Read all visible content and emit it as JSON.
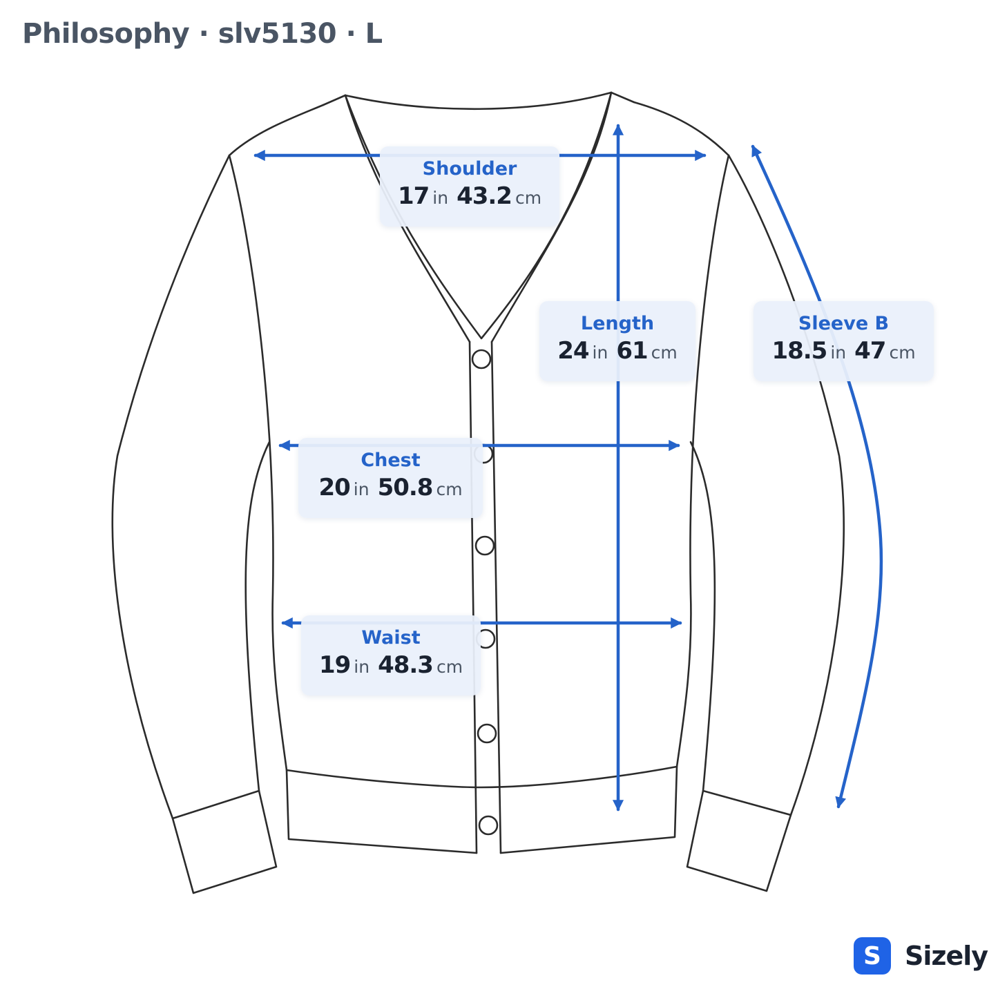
{
  "header": {
    "title": "Philosophy · slv5130 · L"
  },
  "colors": {
    "accent": "#2563c9",
    "line": "#2b2b2b",
    "brand": "#1f63e6"
  },
  "measurements": [
    {
      "id": "shoulder",
      "label": "Shoulder",
      "in": "17",
      "cm": "43.2"
    },
    {
      "id": "length",
      "label": "Length",
      "in": "24",
      "cm": "61"
    },
    {
      "id": "sleeve",
      "label": "Sleeve B",
      "in": "18.5",
      "cm": "47"
    },
    {
      "id": "chest",
      "label": "Chest",
      "in": "20",
      "cm": "50.8"
    },
    {
      "id": "waist",
      "label": "Waist",
      "in": "19",
      "cm": "48.3"
    }
  ],
  "units": {
    "in": "in",
    "cm": "cm"
  },
  "brand": {
    "logo_letter": "S",
    "name": "Sizely"
  }
}
